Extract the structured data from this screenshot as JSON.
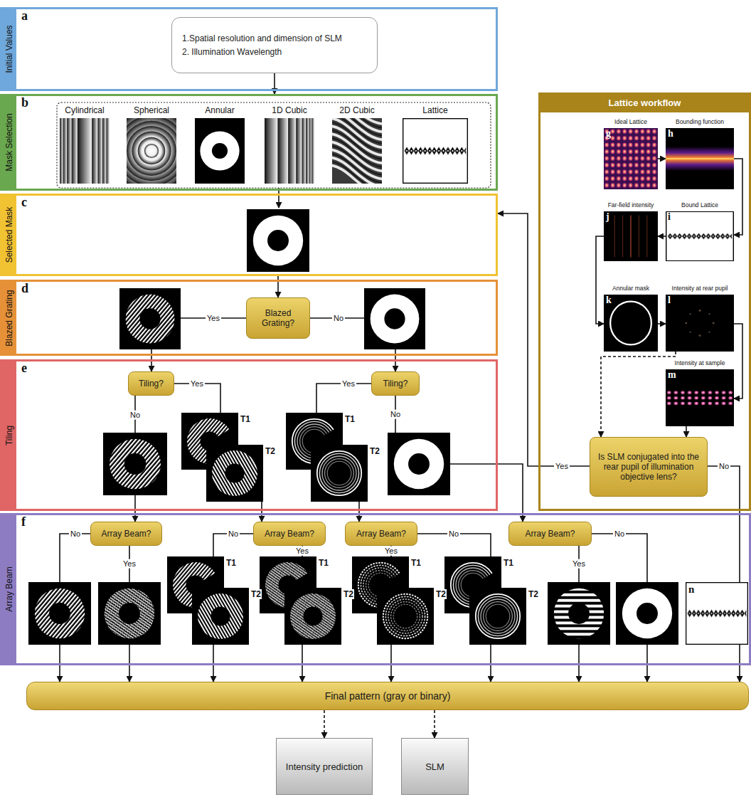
{
  "diagram": {
    "nodes": [
      {
        "text": [
          "Initial Values",
          "a"
        ]
      },
      {
        "text": [
          "1.Spatial resolution and dimension of SLM",
          "2. Illumination Wavelength"
        ],
        "in": 0
      },
      {
        "text": [
          "Mask Selection",
          "b"
        ]
      },
      {
        "text": [
          "Cylindrical"
        ],
        "in": 2
      },
      {
        "text": [
          "Spherical"
        ],
        "in": 2
      },
      {
        "text": [
          "Annular"
        ],
        "in": 2
      },
      {
        "text": [
          "1D Cubic"
        ],
        "in": 2
      },
      {
        "text": [
          "2D Cubic"
        ],
        "in": 2
      },
      {
        "text": [
          "Lattice"
        ],
        "in": 2
      },
      {
        "text": [
          "Selected Mask",
          "c"
        ]
      },
      {
        "text": [
          "Blazed Grating",
          "d"
        ]
      },
      {
        "text": [
          "Blazed Grating?"
        ],
        "in": 10
      },
      {
        "text": [
          "Tiling",
          "e"
        ]
      },
      {
        "text": [
          "Tiling?"
        ],
        "in": 12
      },
      {
        "text": [
          "Tiling?"
        ],
        "in": 12
      },
      {
        "text": [
          "Array Beam",
          "f"
        ]
      },
      {
        "text": [
          "Array Beam?"
        ],
        "in": 15
      },
      {
        "text": [
          "Array Beam?"
        ],
        "in": 15
      },
      {
        "text": [
          "Array Beam?"
        ],
        "in": 15
      },
      {
        "text": [
          "Array Beam?"
        ],
        "in": 15
      },
      {
        "text": [
          "Lattice workflow"
        ]
      },
      {
        "text": [
          "Ideal Lattice",
          "g"
        ],
        "in": 20
      },
      {
        "text": [
          "Bounding function",
          "h"
        ],
        "in": 20
      },
      {
        "text": [
          "Bound Lattice",
          "i"
        ],
        "in": 20
      },
      {
        "text": [
          "Far-field intensity",
          "j"
        ],
        "in": 20
      },
      {
        "text": [
          "Annular mask",
          "k"
        ],
        "in": 20
      },
      {
        "text": [
          "Intensity at rear pupil",
          "l"
        ],
        "in": 20
      },
      {
        "text": [
          "Intensity at sample",
          "m"
        ],
        "in": 20
      },
      {
        "text": [
          "Is SLM conjugated into the rear pupil of illumination objective lens?"
        ],
        "in": 20
      },
      {
        "text": [
          "Final pattern (gray or binary)"
        ]
      },
      {
        "text": [
          "Intensity prediction"
        ]
      },
      {
        "text": [
          "SLM"
        ]
      }
    ],
    "edges": [
      {
        "from": 1,
        "to": 2,
        "arrow": "to"
      },
      {
        "from": 9,
        "to": 11,
        "arrow": "to"
      },
      {
        "from": 11,
        "to": 13,
        "label": "Yes",
        "arrow": "to"
      },
      {
        "from": 11,
        "to": 14,
        "label": "No",
        "arrow": "to"
      },
      {
        "from": 13,
        "to": 16,
        "label": "No",
        "arrow": "to"
      },
      {
        "from": 13,
        "to": 17,
        "label": "Yes",
        "arrow": "to"
      },
      {
        "from": 14,
        "to": 18,
        "label": "Yes",
        "arrow": "to"
      },
      {
        "from": 14,
        "to": 19,
        "label": "No",
        "arrow": "to"
      },
      {
        "from": 16,
        "to": 29,
        "label": "No",
        "arrow": "to"
      },
      {
        "from": 16,
        "to": 29,
        "label": "Yes",
        "arrow": "to"
      },
      {
        "from": 17,
        "to": 29,
        "label": "No",
        "arrow": "to"
      },
      {
        "from": 17,
        "to": 29,
        "label": "Yes",
        "arrow": "to"
      },
      {
        "from": 18,
        "to": 29,
        "label": "Yes",
        "arrow": "to"
      },
      {
        "from": 18,
        "to": 29,
        "label": "No",
        "arrow": "to"
      },
      {
        "from": 19,
        "to": 29,
        "label": "Yes",
        "arrow": "to"
      },
      {
        "from": 19,
        "to": 29,
        "label": "No",
        "arrow": "to"
      },
      {
        "from": 21,
        "to": 22,
        "arrow": "to"
      },
      {
        "from": 22,
        "to": 23,
        "arrow": "to"
      },
      {
        "from": 23,
        "to": 24,
        "arrow": "to"
      },
      {
        "from": 24,
        "to": 25,
        "arrow": "to"
      },
      {
        "from": 25,
        "to": 26,
        "arrow": "to"
      },
      {
        "from": 26,
        "to": 27,
        "arrow": "to"
      },
      {
        "from": 27,
        "to": 28,
        "arrow": "to"
      },
      {
        "from": 26,
        "to": 28,
        "arrow": "to"
      },
      {
        "from": 28,
        "to": 9,
        "label": "Yes",
        "arrow": "to"
      },
      {
        "from": 28,
        "to": 29,
        "label": "No",
        "arrow": "to"
      },
      {
        "from": 29,
        "to": 30,
        "arrow": "to"
      },
      {
        "from": 29,
        "to": 31,
        "arrow": "to"
      }
    ],
    "labels": [
      "T1",
      "T2",
      "T1",
      "T2",
      "T1",
      "T2",
      "T1",
      "T2",
      "T1",
      "T2",
      "T1",
      "T2",
      "n"
    ]
  }
}
